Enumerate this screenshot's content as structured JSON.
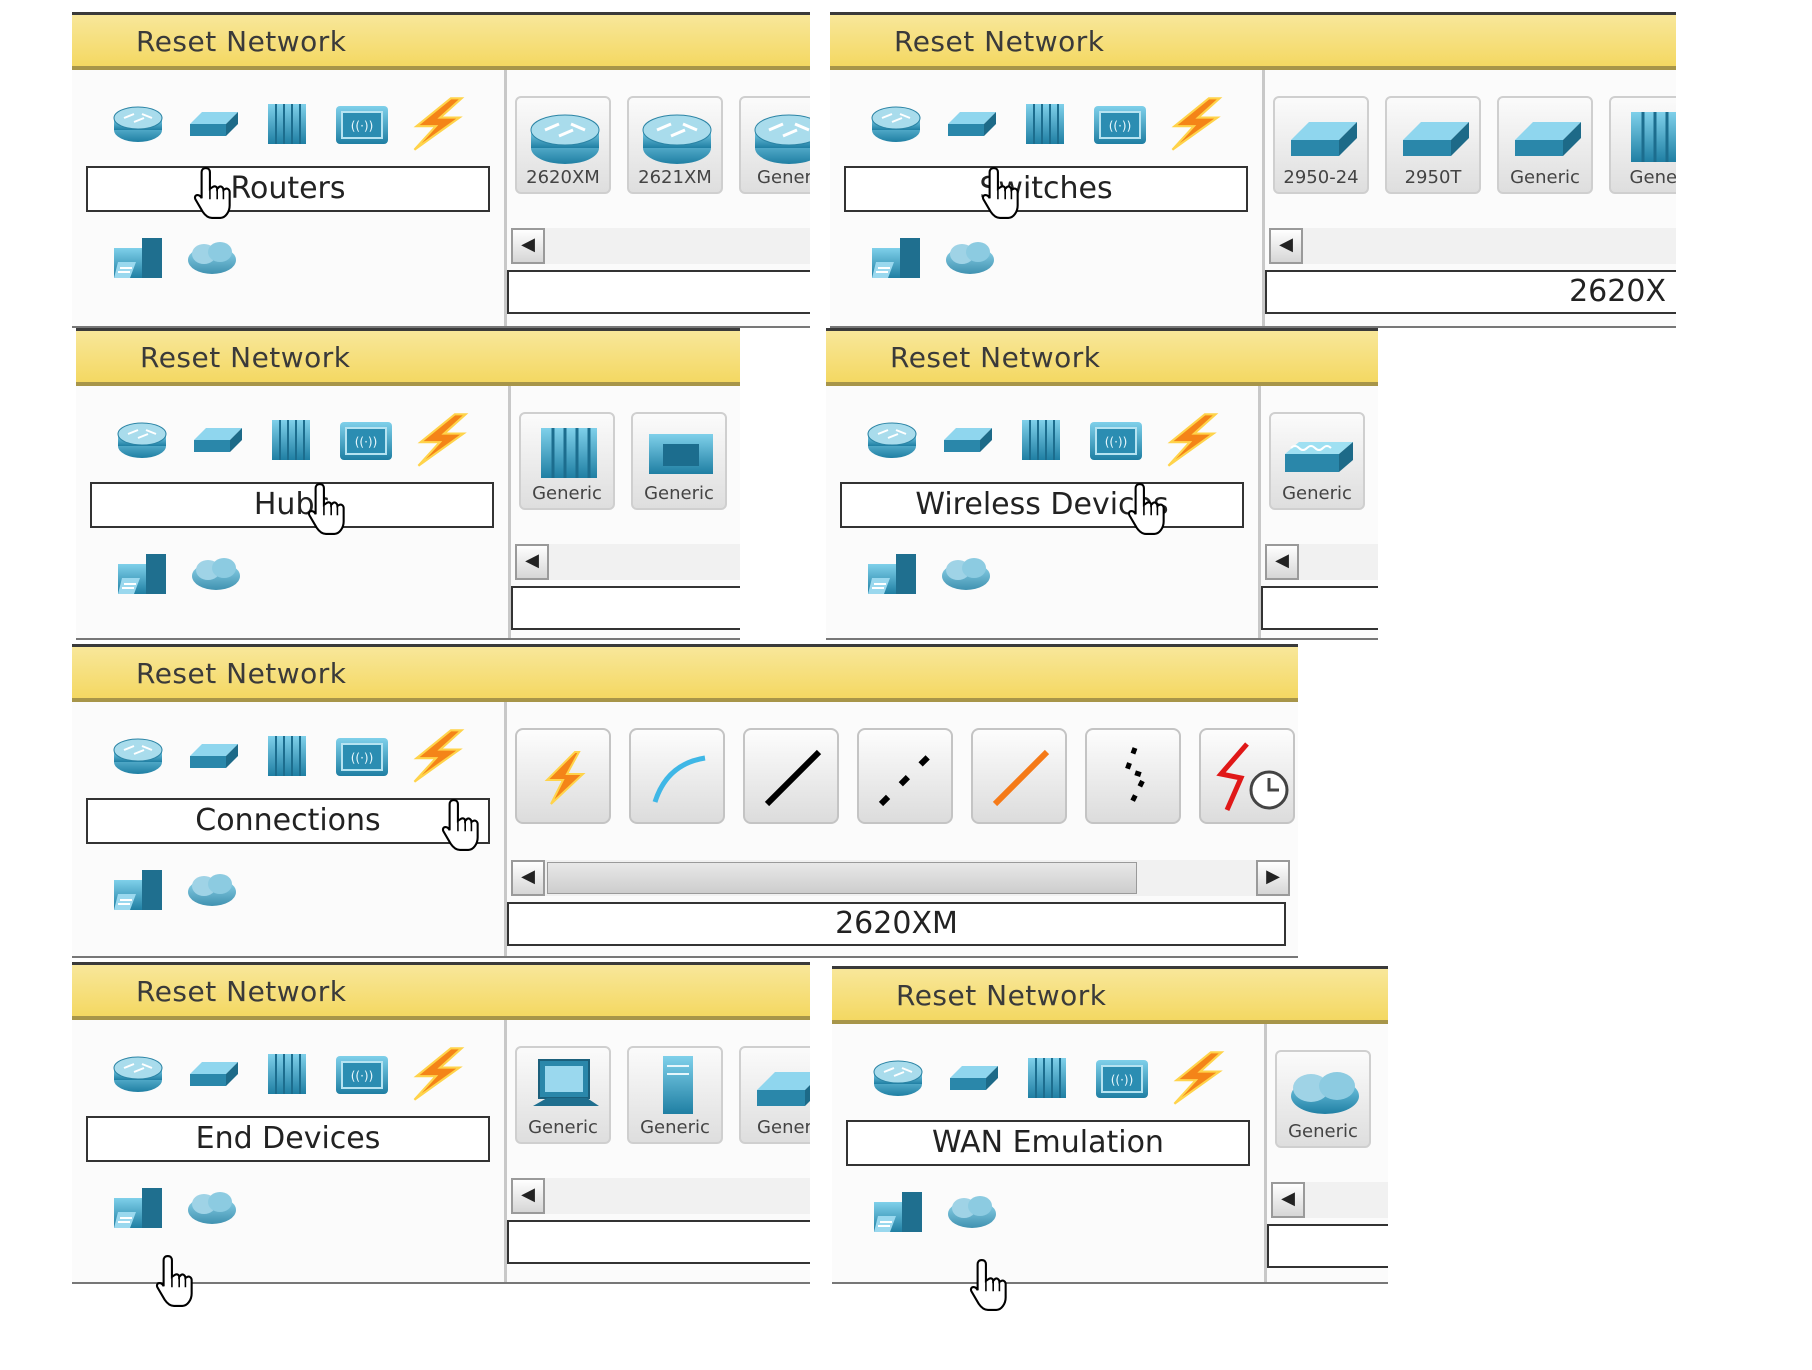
{
  "reset_label": "Reset Network",
  "category_icons": [
    "router-icon",
    "switch-icon",
    "hub-icon",
    "wireless-device-icon",
    "connection-icon",
    "end-device-icon",
    "wan-cloud-icon"
  ],
  "panels": [
    {
      "category": "Routers",
      "devices": [
        "2620XM",
        "2621XM",
        "Generi"
      ],
      "model": ""
    },
    {
      "category": "Switches",
      "devices": [
        "2950-24",
        "2950T",
        "Generic",
        "Gener"
      ],
      "model": "2620X"
    },
    {
      "category": "Hubs",
      "devices": [
        "Generic",
        "Generic"
      ],
      "model": ""
    },
    {
      "category": "Wireless Devices",
      "devices": [
        "Generic"
      ],
      "model": ""
    },
    {
      "category": "Connections",
      "devices": [],
      "model": "2620XM"
    },
    {
      "category": "End Devices",
      "devices": [
        "Generic",
        "Generic",
        "Generi"
      ],
      "model": ""
    },
    {
      "category": "WAN Emulation",
      "devices": [
        "Generic"
      ],
      "model": ""
    }
  ],
  "colors": {
    "header": "#f4d862",
    "icon": "#2f8fb0",
    "lightning": "#f08a18"
  }
}
